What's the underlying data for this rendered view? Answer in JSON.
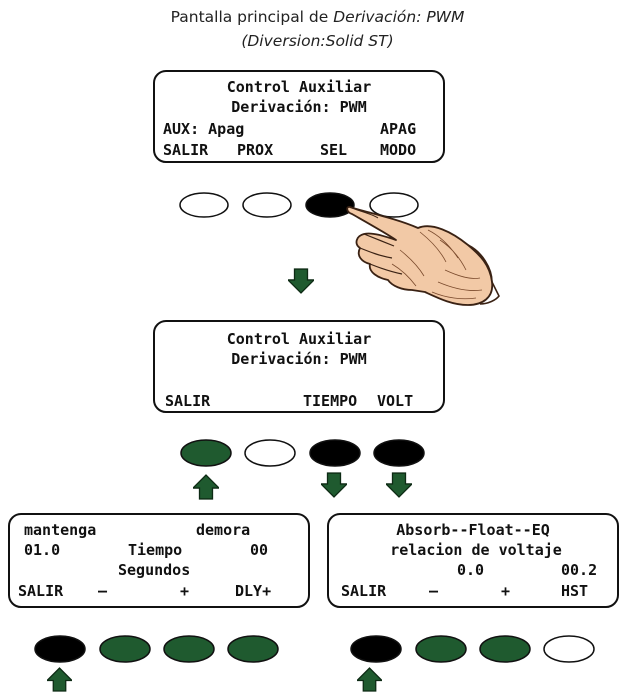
{
  "title": {
    "line1_prefix": "Pantalla principal de ",
    "line1_italic": "Derivación: PWM",
    "line2": "(Diversion:Solid ST)"
  },
  "screen1": {
    "line1": "Control Auxiliar",
    "line2": "Derivación: PWM",
    "aux_status": "AUX: Apag",
    "aux_mode": "APAG",
    "keys": [
      "SALIR",
      "PROX",
      "SEL",
      "MODO"
    ]
  },
  "screen2": {
    "line1": "Control Auxiliar",
    "line2": "Derivación: PWM",
    "keys": [
      "SALIR",
      "TIEMPO",
      "VOLT"
    ]
  },
  "screen3": {
    "label_left": "mantenga",
    "label_right": "demora",
    "value_left": "01.0",
    "label_center": "Tiempo",
    "value_right": "00",
    "unit": "Segundos",
    "keys": [
      "SALIR",
      "–",
      "+",
      "DLY+"
    ]
  },
  "screen4": {
    "line1": "Absorb--Float--EQ",
    "line2": "relacion de voltaje",
    "value_a": "0.0",
    "value_b": "00.2",
    "keys": [
      "SALIR",
      "–",
      "+",
      "HST"
    ]
  },
  "colors": {
    "green": "#1f5a2f",
    "black": "#000000",
    "white": "#ffffff"
  },
  "icons": [
    "pointing-hand-icon",
    "down-arrow-icon",
    "up-arrow-icon"
  ]
}
